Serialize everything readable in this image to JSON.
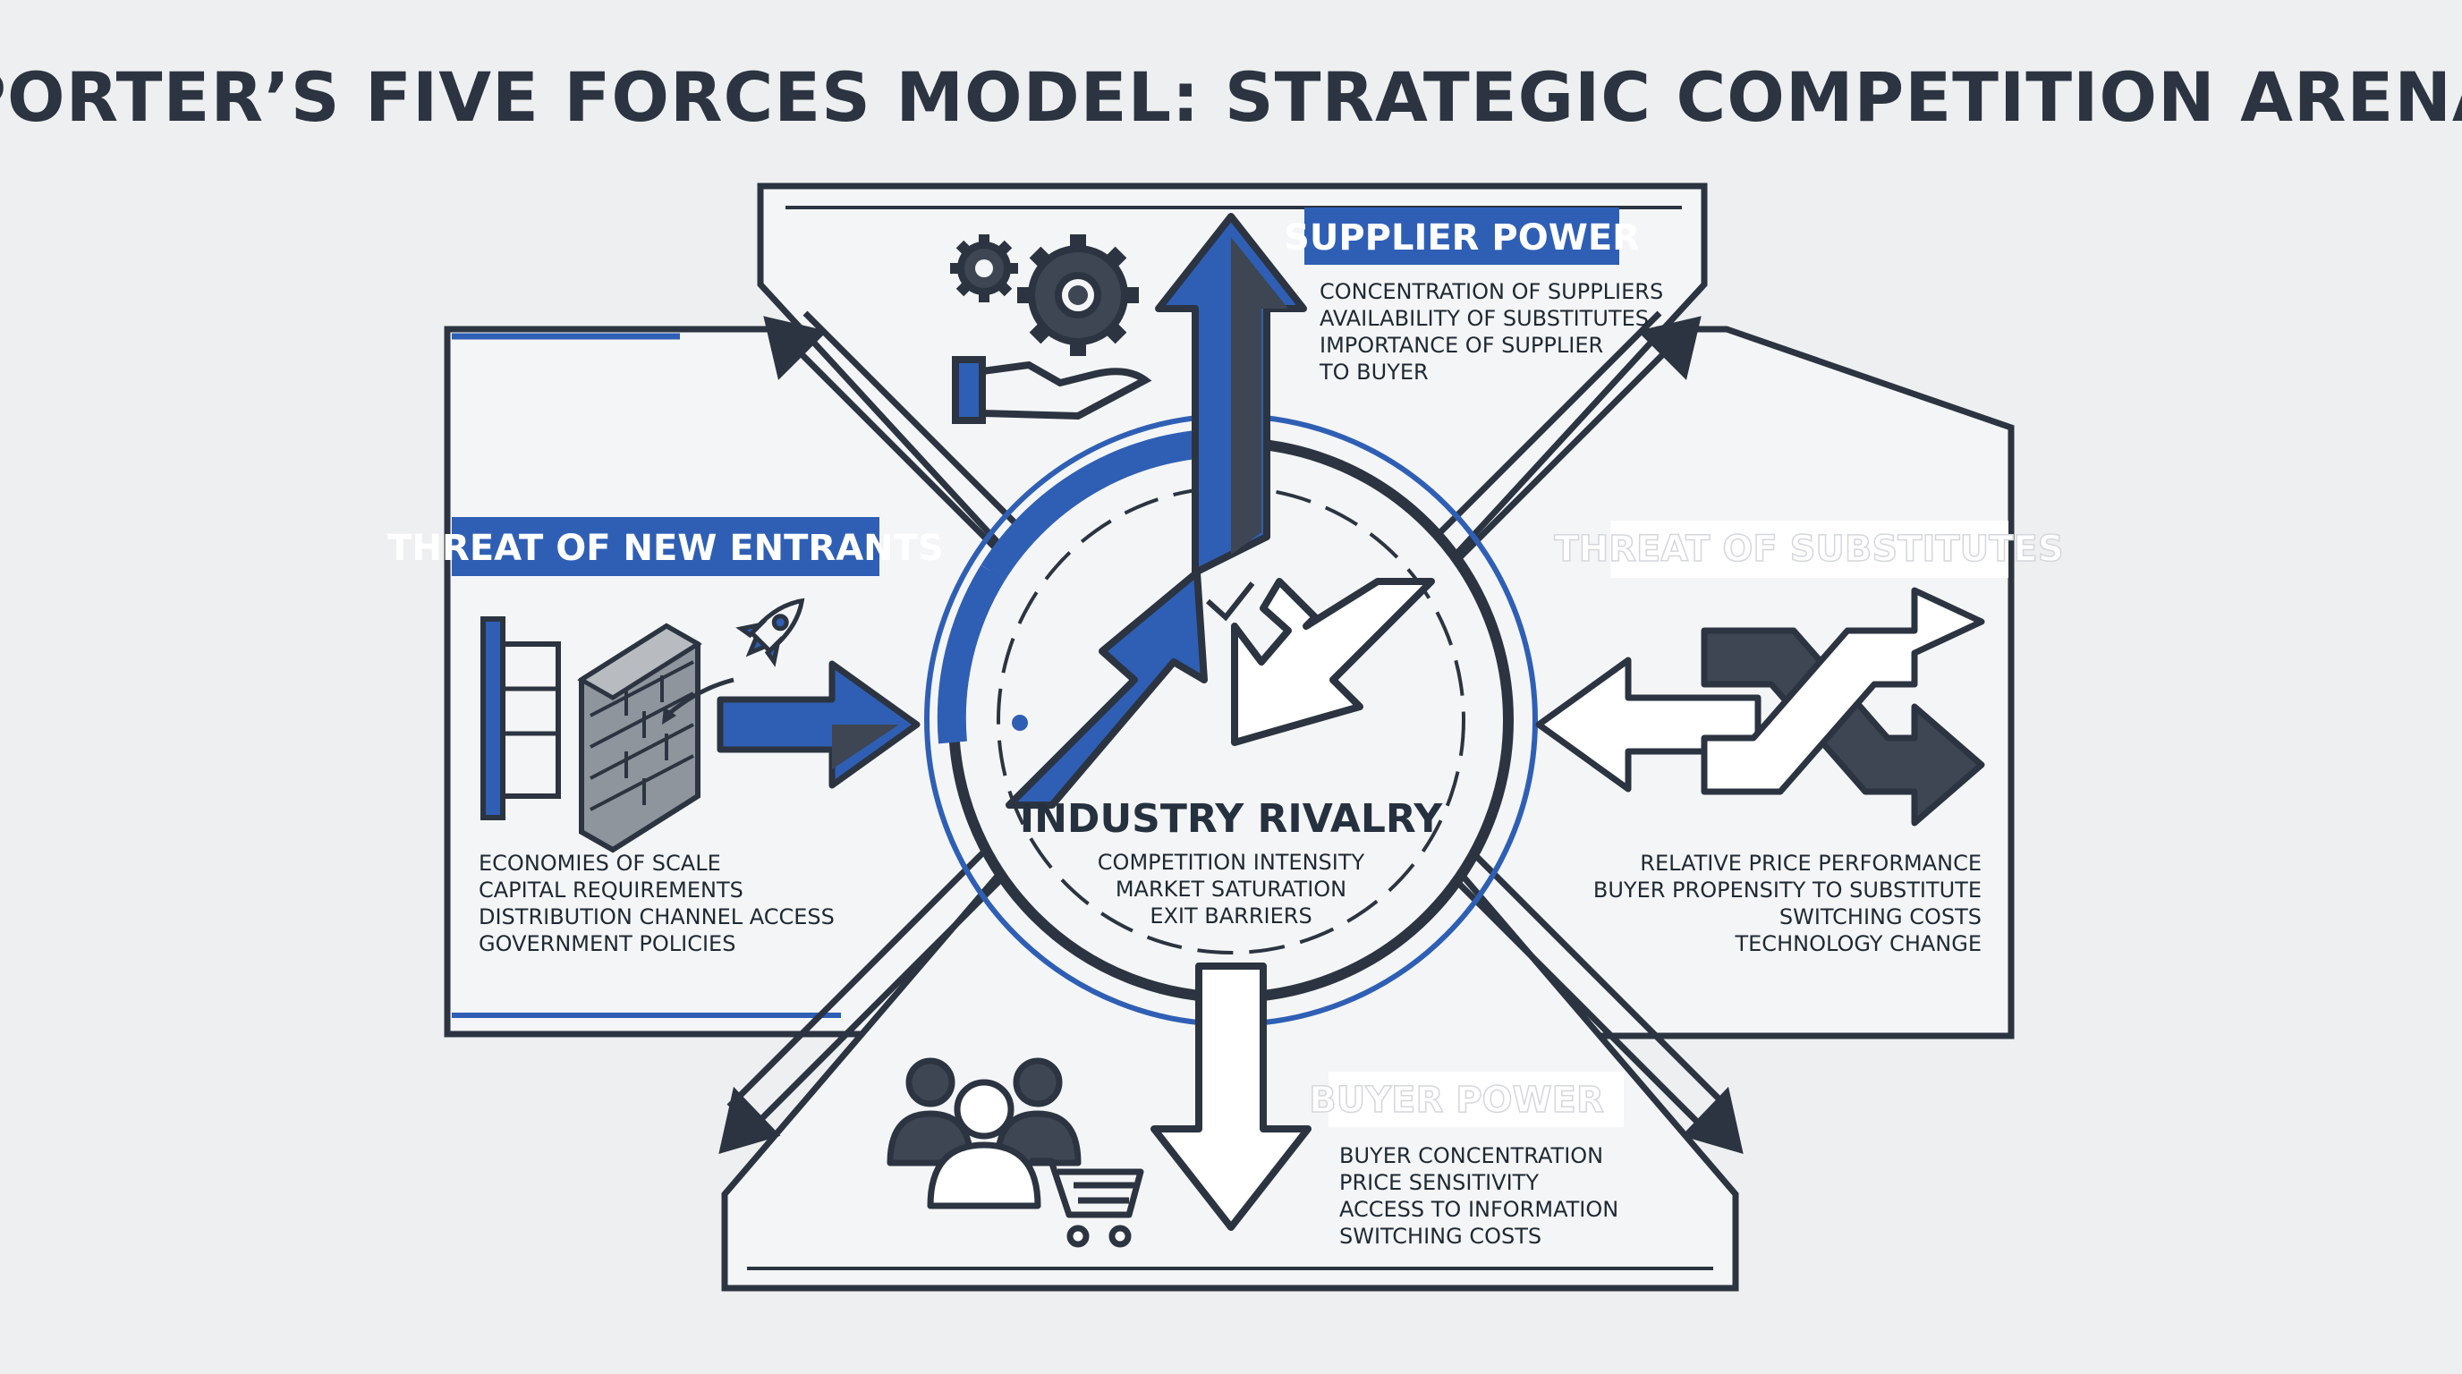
{
  "title": "PORTER’S FIVE FORCES MODEL: STRATEGIC COMPETITION ARENA",
  "colors": {
    "navy": "#2b3440",
    "blue": "#2f5fb5",
    "slate": "#3d4652",
    "panel": "#f4f5f6",
    "background": "#eeeff0"
  },
  "center": {
    "title": "INDUSTRY RIVALRY",
    "factors": [
      "COMPETITION INTENSITY",
      "MARKET SATURATION",
      "EXIT BARRIERS"
    ]
  },
  "forces": {
    "supplier": {
      "title": "SUPPLIER POWER",
      "icon": "gears-hand-icon",
      "factors": [
        "CONCENTRATION OF SUPPLIERS",
        "AVAILABILITY OF SUBSTITUTES",
        "IMPORTANCE OF SUPPLIER",
        "TO BUYER"
      ]
    },
    "new_entrants": {
      "title": "THREAT OF NEW ENTRANTS",
      "icon": "rocket-brick-wall-icon",
      "factors": [
        "ECONOMIES OF SCALE",
        "CAPITAL REQUIREMENTS",
        "DISTRIBUTION CHANNEL ACCESS",
        "GOVERNMENT POLICIES"
      ]
    },
    "substitutes": {
      "title": "THREAT OF SUBSTITUTES",
      "icon": "shuffle-arrows-icon",
      "factors": [
        "RELATIVE PRICE PERFORMANCE",
        "BUYER PROPENSITY TO SUBSTITUTE",
        "SWITCHING COSTS",
        "TECHNOLOGY CHANGE"
      ]
    },
    "buyer": {
      "title": "BUYER POWER",
      "icon": "people-cart-icon",
      "factors": [
        "BUYER CONCENTRATION",
        "PRICE SENSITIVITY",
        "ACCESS TO INFORMATION",
        "SWITCHING COSTS"
      ]
    }
  }
}
